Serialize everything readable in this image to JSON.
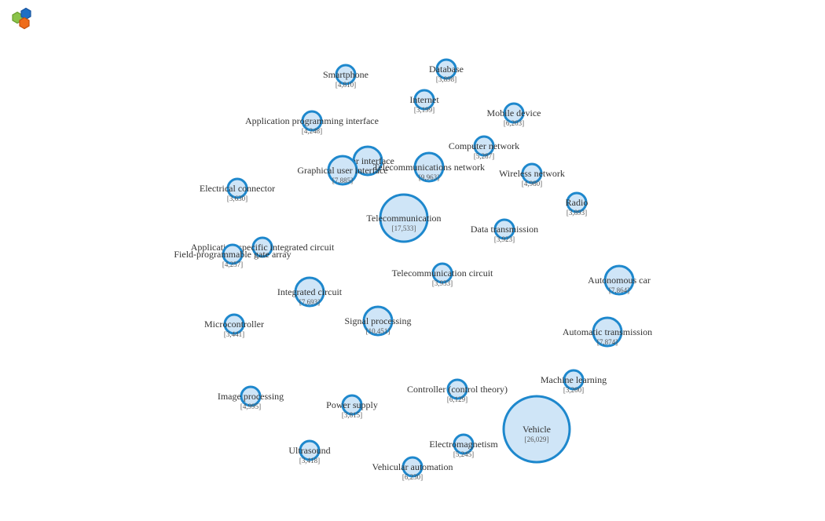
{
  "logo": {
    "icon": "hexagon-cluster-logo",
    "colors": [
      "#8bc34a",
      "#1e6fc4",
      "#ef6c1a"
    ]
  },
  "colors": {
    "node_fill": "#cfe5f7",
    "node_stroke": "#1e88cd"
  },
  "nodes": [
    {
      "label": "Smartphone",
      "count": "[4,810]",
      "value": 4810
    },
    {
      "label": "Database",
      "count": "[3,898]",
      "value": 3898
    },
    {
      "label": "Internet",
      "count": "[3,199]",
      "value": 3199
    },
    {
      "label": "Mobile device",
      "count": "[6,203]",
      "value": 6203
    },
    {
      "label": "Application programming interface",
      "count": "[4,248]",
      "value": 4248
    },
    {
      "label": "Computer network",
      "count": "[5,287]",
      "value": 5287
    },
    {
      "label": "User interface",
      "count": "",
      "value": 9000
    },
    {
      "label": "Graphical user interface",
      "count": "[7,885]",
      "value": 7885
    },
    {
      "label": "Telecommunications network",
      "count": "[9,963]",
      "value": 9963
    },
    {
      "label": "Wireless network",
      "count": "[4,980]",
      "value": 4980
    },
    {
      "label": "Electrical connector",
      "count": "[3,630]",
      "value": 3630
    },
    {
      "label": "Radio",
      "count": "[3,893]",
      "value": 3893
    },
    {
      "label": "Telecommunication",
      "count": "[17,533]",
      "value": 17533
    },
    {
      "label": "Data transmission",
      "count": "[3,923]",
      "value": 3923
    },
    {
      "label": "Application-specific integrated circuit",
      "count": "",
      "value": 4500
    },
    {
      "label": "Field-programmable gate array",
      "count": "[4,257]",
      "value": 4257
    },
    {
      "label": "Telecommunication circuit",
      "count": "[3,933]",
      "value": 3933
    },
    {
      "label": "Autonomous car",
      "count": "[7,864]",
      "value": 7864
    },
    {
      "label": "Integrated circuit",
      "count": "[7,693]",
      "value": 7693
    },
    {
      "label": "Microcontroller",
      "count": "[3,441]",
      "value": 3441
    },
    {
      "label": "Signal processing",
      "count": "[10,451]",
      "value": 10451
    },
    {
      "label": "Automatic transmission",
      "count": "[7,874]",
      "value": 7874
    },
    {
      "label": "Machine learning",
      "count": "[3,200]",
      "value": 3200
    },
    {
      "label": "Controller (control theory)",
      "count": "[6,129]",
      "value": 6129
    },
    {
      "label": "Image processing",
      "count": "[4,995]",
      "value": 4995
    },
    {
      "label": "Power supply",
      "count": "[3,815]",
      "value": 3815
    },
    {
      "label": "Vehicle",
      "count": "[26,029]",
      "value": 26029
    },
    {
      "label": "Electromagnetism",
      "count": "[5,245]",
      "value": 5245
    },
    {
      "label": "Ultrasound",
      "count": "[3,418]",
      "value": 3418
    },
    {
      "label": "Vehicular automation",
      "count": "[6,230]",
      "value": 6230
    }
  ]
}
